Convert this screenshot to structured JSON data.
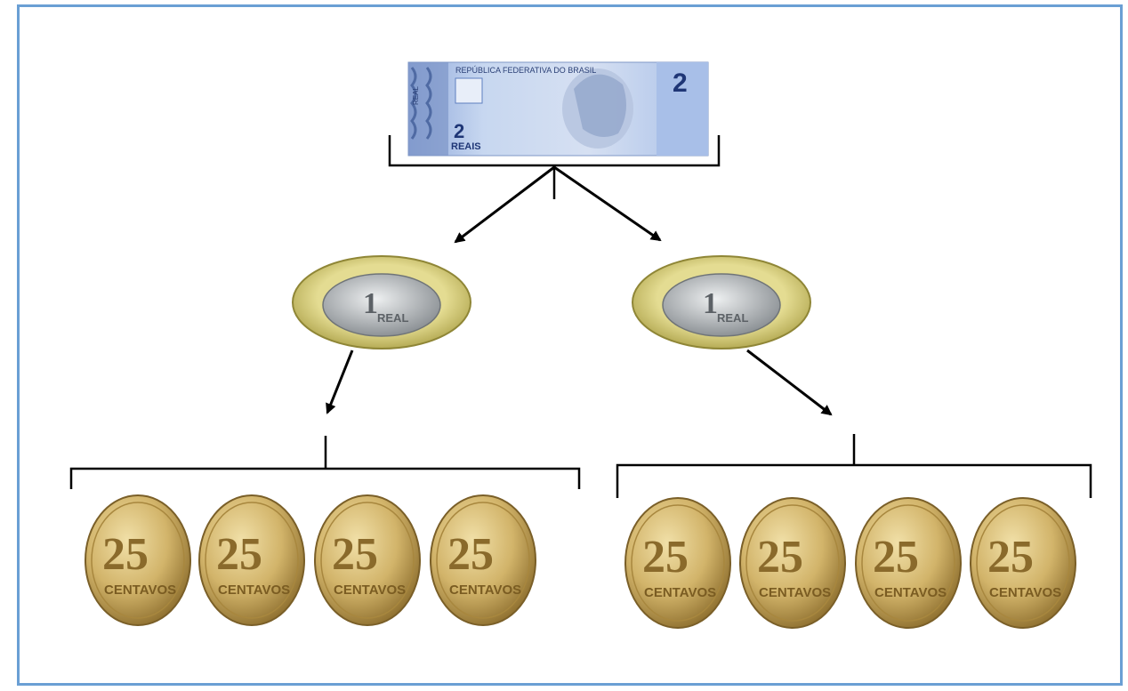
{
  "banknote": {
    "header": "REPÚBLICA FEDERATIVA DO BRASIL",
    "value": "2",
    "unit": "REAIS",
    "side_text": "REAL"
  },
  "coins_1_real": [
    {
      "value": "1",
      "unit": "REAL"
    },
    {
      "value": "1",
      "unit": "REAL"
    }
  ],
  "coins_25_centavos": [
    {
      "value": "25",
      "unit": "CENTAVOS"
    },
    {
      "value": "25",
      "unit": "CENTAVOS"
    },
    {
      "value": "25",
      "unit": "CENTAVOS"
    },
    {
      "value": "25",
      "unit": "CENTAVOS"
    },
    {
      "value": "25",
      "unit": "CENTAVOS"
    },
    {
      "value": "25",
      "unit": "CENTAVOS"
    },
    {
      "value": "25",
      "unit": "CENTAVOS"
    },
    {
      "value": "25",
      "unit": "CENTAVOS"
    }
  ],
  "colors": {
    "frame": "#6a9fd4",
    "note_blue": "#9db8e6",
    "coin_gold": "#c9a85a",
    "coin_silver": "#b8bcbf",
    "coin_ring_yellowgreen": "#cfc775"
  }
}
